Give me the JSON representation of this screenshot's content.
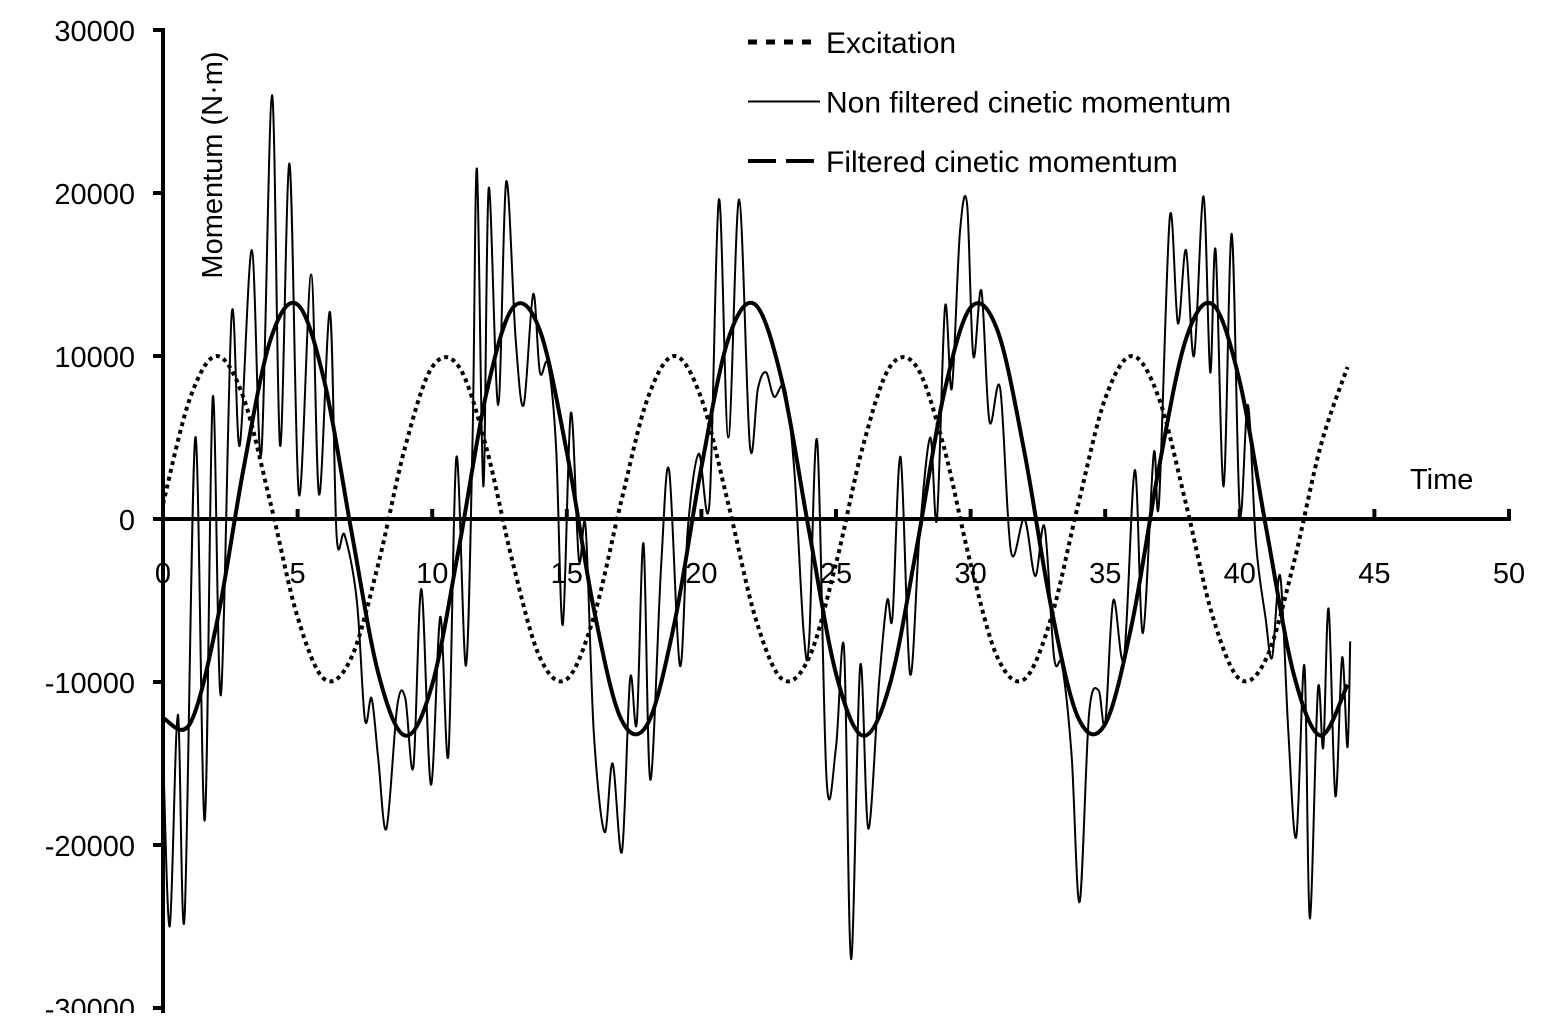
{
  "chart_data": {
    "type": "line",
    "xlabel": "Time",
    "ylabel": "Momentum  (N·m)",
    "xlim": [
      0,
      50
    ],
    "ylim": [
      -30000,
      30000
    ],
    "xticks": [
      0,
      5,
      10,
      15,
      20,
      25,
      30,
      35,
      40,
      45,
      50
    ],
    "yticks": [
      30000,
      20000,
      10000,
      0,
      -10000,
      -20000,
      -30000
    ],
    "grid": false,
    "legend_position": "top-right",
    "colors": {
      "line": "#000000",
      "background": "#ffffff"
    },
    "series": [
      {
        "name": "Excitation",
        "style": "dotted",
        "x": [
          0,
          1,
          2,
          3,
          4,
          5,
          6,
          7,
          8,
          9,
          10,
          11,
          12,
          13,
          14,
          15,
          16,
          17,
          18,
          19,
          20,
          21,
          22,
          23,
          24,
          25,
          26,
          27,
          28,
          29,
          30,
          31,
          32,
          33,
          34,
          35,
          36,
          37,
          38,
          39,
          40,
          41,
          42,
          43,
          44
        ],
        "y": [
          924,
          7390,
          10000,
          7390,
          924,
          -6026,
          -9830,
          -8500,
          -2737,
          4460,
          9325,
          9325,
          4460,
          -2737,
          -8500,
          -9830,
          -6026,
          924,
          7390,
          10000,
          7390,
          924,
          -6026,
          -9830,
          -8500,
          -2737,
          4460,
          9325,
          9325,
          4460,
          -2737,
          -8500,
          -9830,
          -6026,
          924,
          7390,
          10000,
          7390,
          924,
          -6026,
          -9830,
          -8500,
          -2737,
          4460,
          9325
        ]
      },
      {
        "name": "Non filtered  cinetic momentum",
        "style": "thin-solid",
        "x": [
          0,
          0.25,
          0.55,
          0.8,
          1.2,
          1.55,
          1.85,
          2.15,
          2.55,
          2.85,
          3.3,
          3.65,
          4.05,
          4.35,
          4.7,
          5.05,
          5.5,
          5.8,
          6.2,
          6.45,
          6.75,
          7.2,
          7.5,
          7.75,
          8.0,
          8.3,
          8.7,
          9.0,
          9.3,
          9.6,
          9.95,
          10.3,
          10.6,
          10.9,
          11.25,
          11.5,
          11.66,
          11.9,
          12.1,
          12.45,
          12.75,
          13.1,
          13.4,
          13.75,
          14.0,
          14.3,
          14.6,
          14.85,
          15.15,
          15.45,
          15.7,
          16.0,
          16.4,
          16.7,
          17.05,
          17.35,
          17.6,
          17.85,
          18.1,
          18.5,
          18.8,
          19.2,
          19.5,
          19.9,
          20.3,
          20.65,
          21.0,
          21.4,
          21.8,
          22.1,
          22.4,
          22.7,
          23.1,
          23.45,
          23.8,
          24.0,
          24.3,
          24.65,
          25.0,
          25.3,
          25.56,
          25.9,
          26.2,
          26.6,
          26.9,
          27.1,
          27.4,
          27.75,
          28.1,
          28.5,
          28.75,
          29.05,
          29.3,
          29.6,
          29.87,
          30.1,
          30.4,
          30.7,
          31.1,
          31.5,
          32.0,
          32.4,
          32.75,
          33.1,
          33.4,
          33.75,
          34.05,
          34.4,
          34.75,
          35.0,
          35.3,
          35.7,
          36.1,
          36.4,
          36.8,
          37.0,
          37.4,
          37.7,
          38.0,
          38.3,
          38.65,
          38.9,
          39.1,
          39.4,
          39.7,
          40.0,
          40.3,
          40.6,
          40.95,
          41.2,
          41.5,
          41.8,
          42.1,
          42.4,
          42.6,
          42.9,
          43.1,
          43.3,
          43.55,
          43.8,
          44.0,
          44.1
        ],
        "y": [
          -14000,
          -25000,
          -12000,
          -24500,
          5000,
          -18500,
          7500,
          -10800,
          12500,
          4500,
          16500,
          4000,
          26000,
          4500,
          21800,
          1500,
          15000,
          1500,
          12700,
          -1000,
          -1000,
          -5000,
          -12300,
          -11000,
          -14800,
          -19000,
          -11500,
          -11000,
          -15200,
          -4300,
          -16300,
          -6000,
          -14500,
          3800,
          -9000,
          5000,
          21500,
          2000,
          20300,
          7000,
          20700,
          11000,
          7000,
          13800,
          9000,
          9500,
          4500,
          -6500,
          6500,
          -2500,
          -500,
          -13000,
          -19200,
          -15000,
          -20400,
          -9800,
          -12500,
          -1500,
          -16000,
          -3000,
          3000,
          -9000,
          -500,
          4000,
          1000,
          19600,
          5000,
          19600,
          4500,
          8000,
          9000,
          7500,
          8000,
          3000,
          -7000,
          -7500,
          4800,
          -16000,
          -14000,
          -8000,
          -27000,
          -9000,
          -19000,
          -10000,
          -5000,
          -6000,
          3800,
          -9500,
          -1000,
          5000,
          0,
          13000,
          8000,
          17500,
          19300,
          10000,
          14000,
          6000,
          8000,
          -2000,
          0,
          -3500,
          -500,
          -8500,
          -9000,
          -14500,
          -23500,
          -12000,
          -10500,
          -12500,
          -5000,
          -8500,
          3000,
          -7000,
          4000,
          1000,
          18500,
          12000,
          16500,
          10000,
          19800,
          9000,
          16500,
          2000,
          17500,
          500,
          7000,
          -1500,
          -6000,
          -8500,
          -3500,
          -13000,
          -19500,
          -9000,
          -24500,
          -10500,
          -14000,
          -5500,
          -17000,
          -8500,
          -14000,
          -7500
        ]
      },
      {
        "name": "Filtered  cinetic momentum",
        "style": "thick-solid",
        "x": [
          0,
          1,
          2,
          3,
          4,
          5,
          6,
          7,
          8,
          9,
          10,
          11,
          12,
          13,
          14,
          15,
          16,
          17,
          18,
          19,
          20,
          21,
          22,
          23,
          24,
          25,
          26,
          27,
          28,
          29,
          30,
          31,
          32,
          33,
          34,
          35,
          36,
          37,
          38,
          39,
          40,
          41,
          42,
          43,
          44
        ],
        "y": [
          -12210,
          -12570,
          -6370,
          3170,
          11040,
          13155,
          8410,
          -740,
          -9485,
          -13290,
          -10160,
          -1710,
          7610,
          12975,
          11565,
          4110,
          -5485,
          -12210,
          -12570,
          -6370,
          3170,
          11040,
          13155,
          8410,
          -740,
          -9485,
          -13290,
          -10160,
          -1710,
          7610,
          12975,
          11565,
          4110,
          -5485,
          -12210,
          -12570,
          -6370,
          3170,
          11040,
          13155,
          8410,
          -740,
          -9485,
          -13290,
          -10160
        ]
      }
    ]
  }
}
